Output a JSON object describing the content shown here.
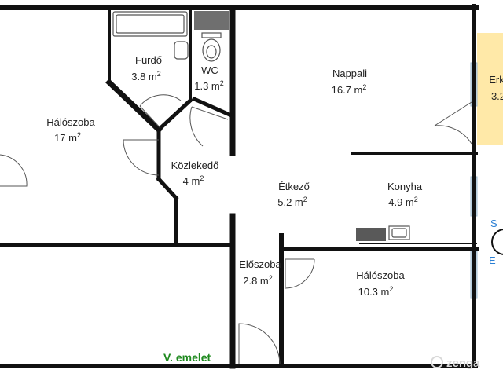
{
  "plan": {
    "floor_label": "V. emelet",
    "watermark": "zenga",
    "compass_letters": {
      "south": "S",
      "east": "E"
    },
    "colors": {
      "wall": "#111111",
      "balcony": "#ffe9a8",
      "floor_label": "#1f8a1f",
      "compass": "#2a7fd4",
      "window": "#cfe3f2"
    },
    "rooms": [
      {
        "name": "Hálószoba",
        "area": "17 m",
        "unit_exp": "2"
      },
      {
        "name": "Fürdő",
        "area": "3.8 m",
        "unit_exp": "2"
      },
      {
        "name": "WC",
        "area": "1.3 m",
        "unit_exp": "2"
      },
      {
        "name": "Nappali",
        "area": "16.7 m",
        "unit_exp": "2"
      },
      {
        "name": "Erk",
        "area": "3.2",
        "unit_exp": ""
      },
      {
        "name": "Közlekedő",
        "area": "4 m",
        "unit_exp": "2"
      },
      {
        "name": "Étkező",
        "area": "5.2 m",
        "unit_exp": "2"
      },
      {
        "name": "Konyha",
        "area": "4.9 m",
        "unit_exp": "2"
      },
      {
        "name": "Előszoba",
        "area": "2.8 m",
        "unit_exp": "2"
      },
      {
        "name": "Hálószoba",
        "area": "10.3 m",
        "unit_exp": "2"
      }
    ]
  }
}
